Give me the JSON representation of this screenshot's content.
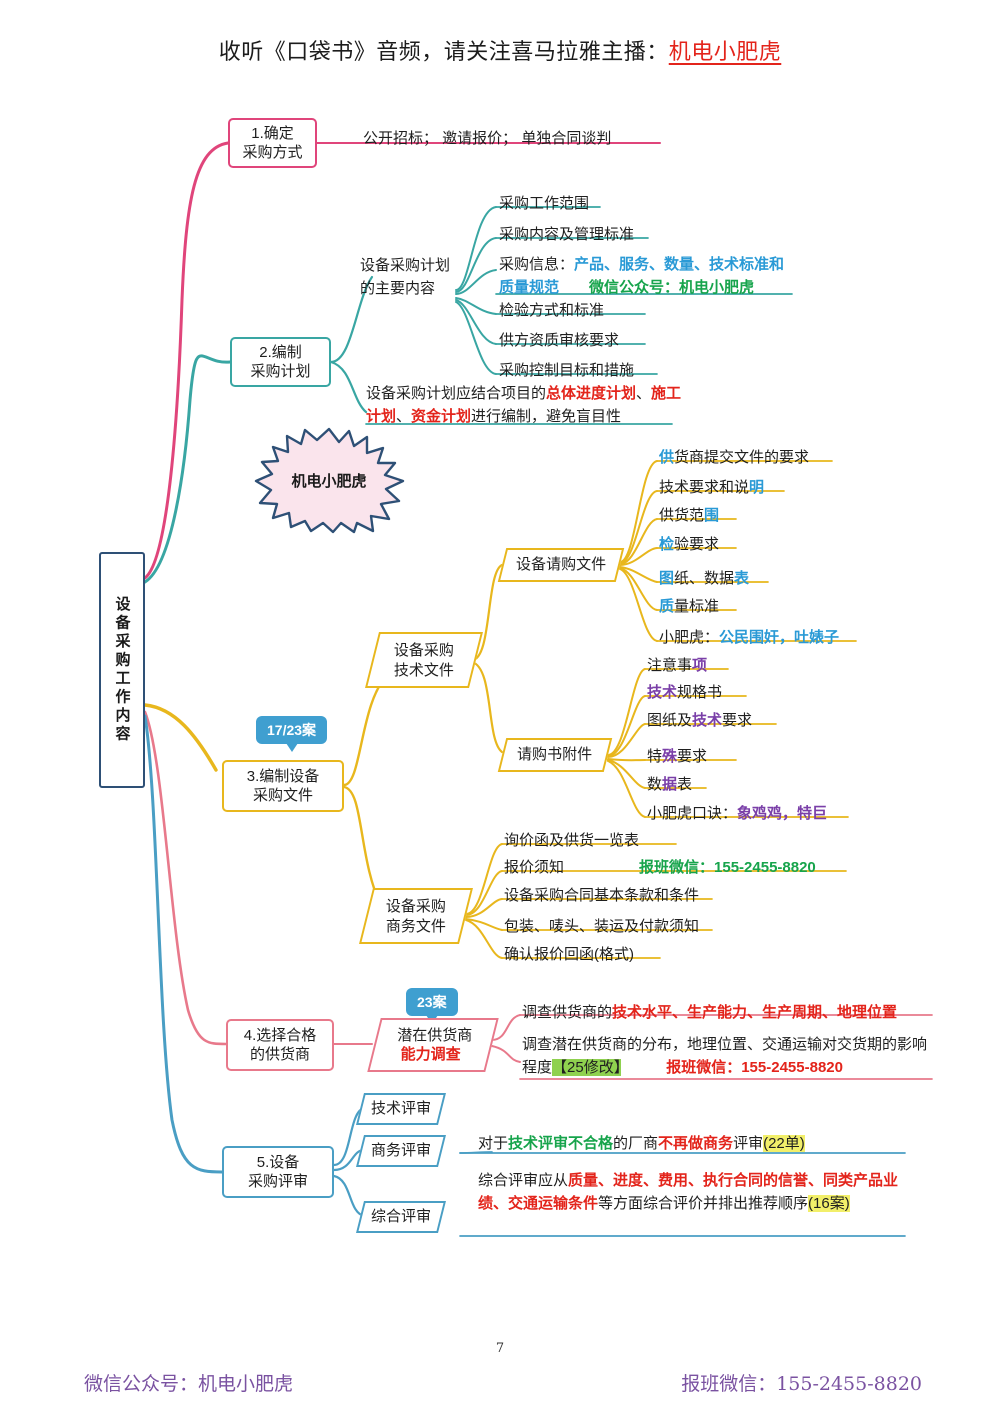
{
  "page": {
    "header_prefix": "收听《口袋书》音频，请关注喜马拉雅主播：",
    "header_highlight": "机电小肥虎",
    "page_number": "7",
    "footer_left": "微信公众号：机电小肥虎",
    "footer_right": "报班微信：155-2455-8820"
  },
  "colors": {
    "branch_1_pink": "#e0457b",
    "branch_2_teal": "#39a6a3",
    "branch_3_yellow": "#e8b71d",
    "branch_4_salmon": "#e8798b",
    "branch_5_blue": "#4a9ec4",
    "root_border": "#2e5076",
    "badge_blue": "#3f9fd0",
    "accent_red": "#e3241b",
    "accent_blue": "#2a9ad6",
    "accent_green": "#17a44c",
    "accent_purple": "#7a3fa8",
    "highlight_yellow": "#f2ef6a",
    "highlight_green": "#8fd14f",
    "starburst_fill": "#fae4ec",
    "footer_purple": "#7a52a1"
  },
  "root": {
    "label": "设备采购工作内容"
  },
  "starburst": {
    "label": "机电小肥虎"
  },
  "branches": [
    {
      "id": "b1",
      "node": "1.确定\n采购方式",
      "leaves": [
        {
          "text": "公开招标；        邀请报价；        单独合同谈判"
        }
      ]
    },
    {
      "id": "b2",
      "node": "2.编制\n采购计划",
      "subnodes": [
        {
          "node": "设备采购计划\n的主要内容",
          "leaves": [
            {
              "text": "采购工作范围"
            },
            {
              "text": "采购内容及管理标准"
            },
            {
              "text": "采购信息：产品、服务、数量、技术标准和质量规范  微信公众号：机电小肥虎"
            },
            {
              "text": "检验方式和标准"
            },
            {
              "text": "供方资质审核要求"
            },
            {
              "text": "采购控制目标和措施"
            }
          ]
        }
      ],
      "leaves": [
        {
          "text": "设备采购计划应结合项目的总体进度计划、施工计划、资金计划进行编制，避免盲目性"
        }
      ]
    },
    {
      "id": "b3",
      "node": "3.编制设备\n采购文件",
      "badge": "17/23案",
      "subnodes": [
        {
          "node": "设备采购\n技术文件",
          "subnodes": [
            {
              "node": "设备请购文件",
              "leaves": [
                {
                  "text": "供货商提交文件的要求"
                },
                {
                  "text": "技术要求和说明"
                },
                {
                  "text": "供货范围"
                },
                {
                  "text": "检验要求"
                },
                {
                  "text": "图纸、数据表"
                },
                {
                  "text": "质量标准"
                },
                {
                  "text": "小肥虎：公民围奸，吐婊子"
                }
              ]
            },
            {
              "node": "请购书附件",
              "leaves": [
                {
                  "text": "注意事项"
                },
                {
                  "text": "技术规格书"
                },
                {
                  "text": "图纸及技术要求"
                },
                {
                  "text": "特殊要求"
                },
                {
                  "text": "数据表"
                },
                {
                  "text": "小肥虎口诀：象鸡鸡，特巨"
                }
              ]
            }
          ]
        },
        {
          "node": "设备采购\n商务文件",
          "leaves": [
            {
              "text": "询价函及供货一览表"
            },
            {
              "text": "报价须知            报班微信：155-2455-8820"
            },
            {
              "text": "设备采购合同基本条款和条件"
            },
            {
              "text": "包装、唛头、装运及付款须知"
            },
            {
              "text": "确认报价回函(格式)"
            }
          ]
        }
      ]
    },
    {
      "id": "b4",
      "node": "4.选择合格\n的供货商",
      "subnodes": [
        {
          "node_line1": "潜在供货商",
          "node_line2": "能力调查",
          "badge": "23案",
          "leaves": [
            {
              "text": "调查供货商的技术水平、生产能力、生产周期、地理位置"
            },
            {
              "text": "调查潜在供货商的分布，地理位置、交通运输对交货期的影响程度【25修改】        报班微信：155-2455-8820"
            }
          ]
        }
      ]
    },
    {
      "id": "b5",
      "node": "5.设备\n采购评审",
      "subnodes": [
        {
          "node": "技术评审",
          "leaves": []
        },
        {
          "node": "商务评审",
          "leaves": [
            {
              "text": "对于技术评审不合格的厂商不再做商务评审(22单)"
            }
          ]
        },
        {
          "node": "综合评审",
          "leaves": [
            {
              "text": "综合评审应从质量、进度、费用、执行合同的信誉、同类产品业绩、交通运输条件等方面综合评价并排出推荐顺序(16案)"
            }
          ]
        }
      ]
    }
  ]
}
